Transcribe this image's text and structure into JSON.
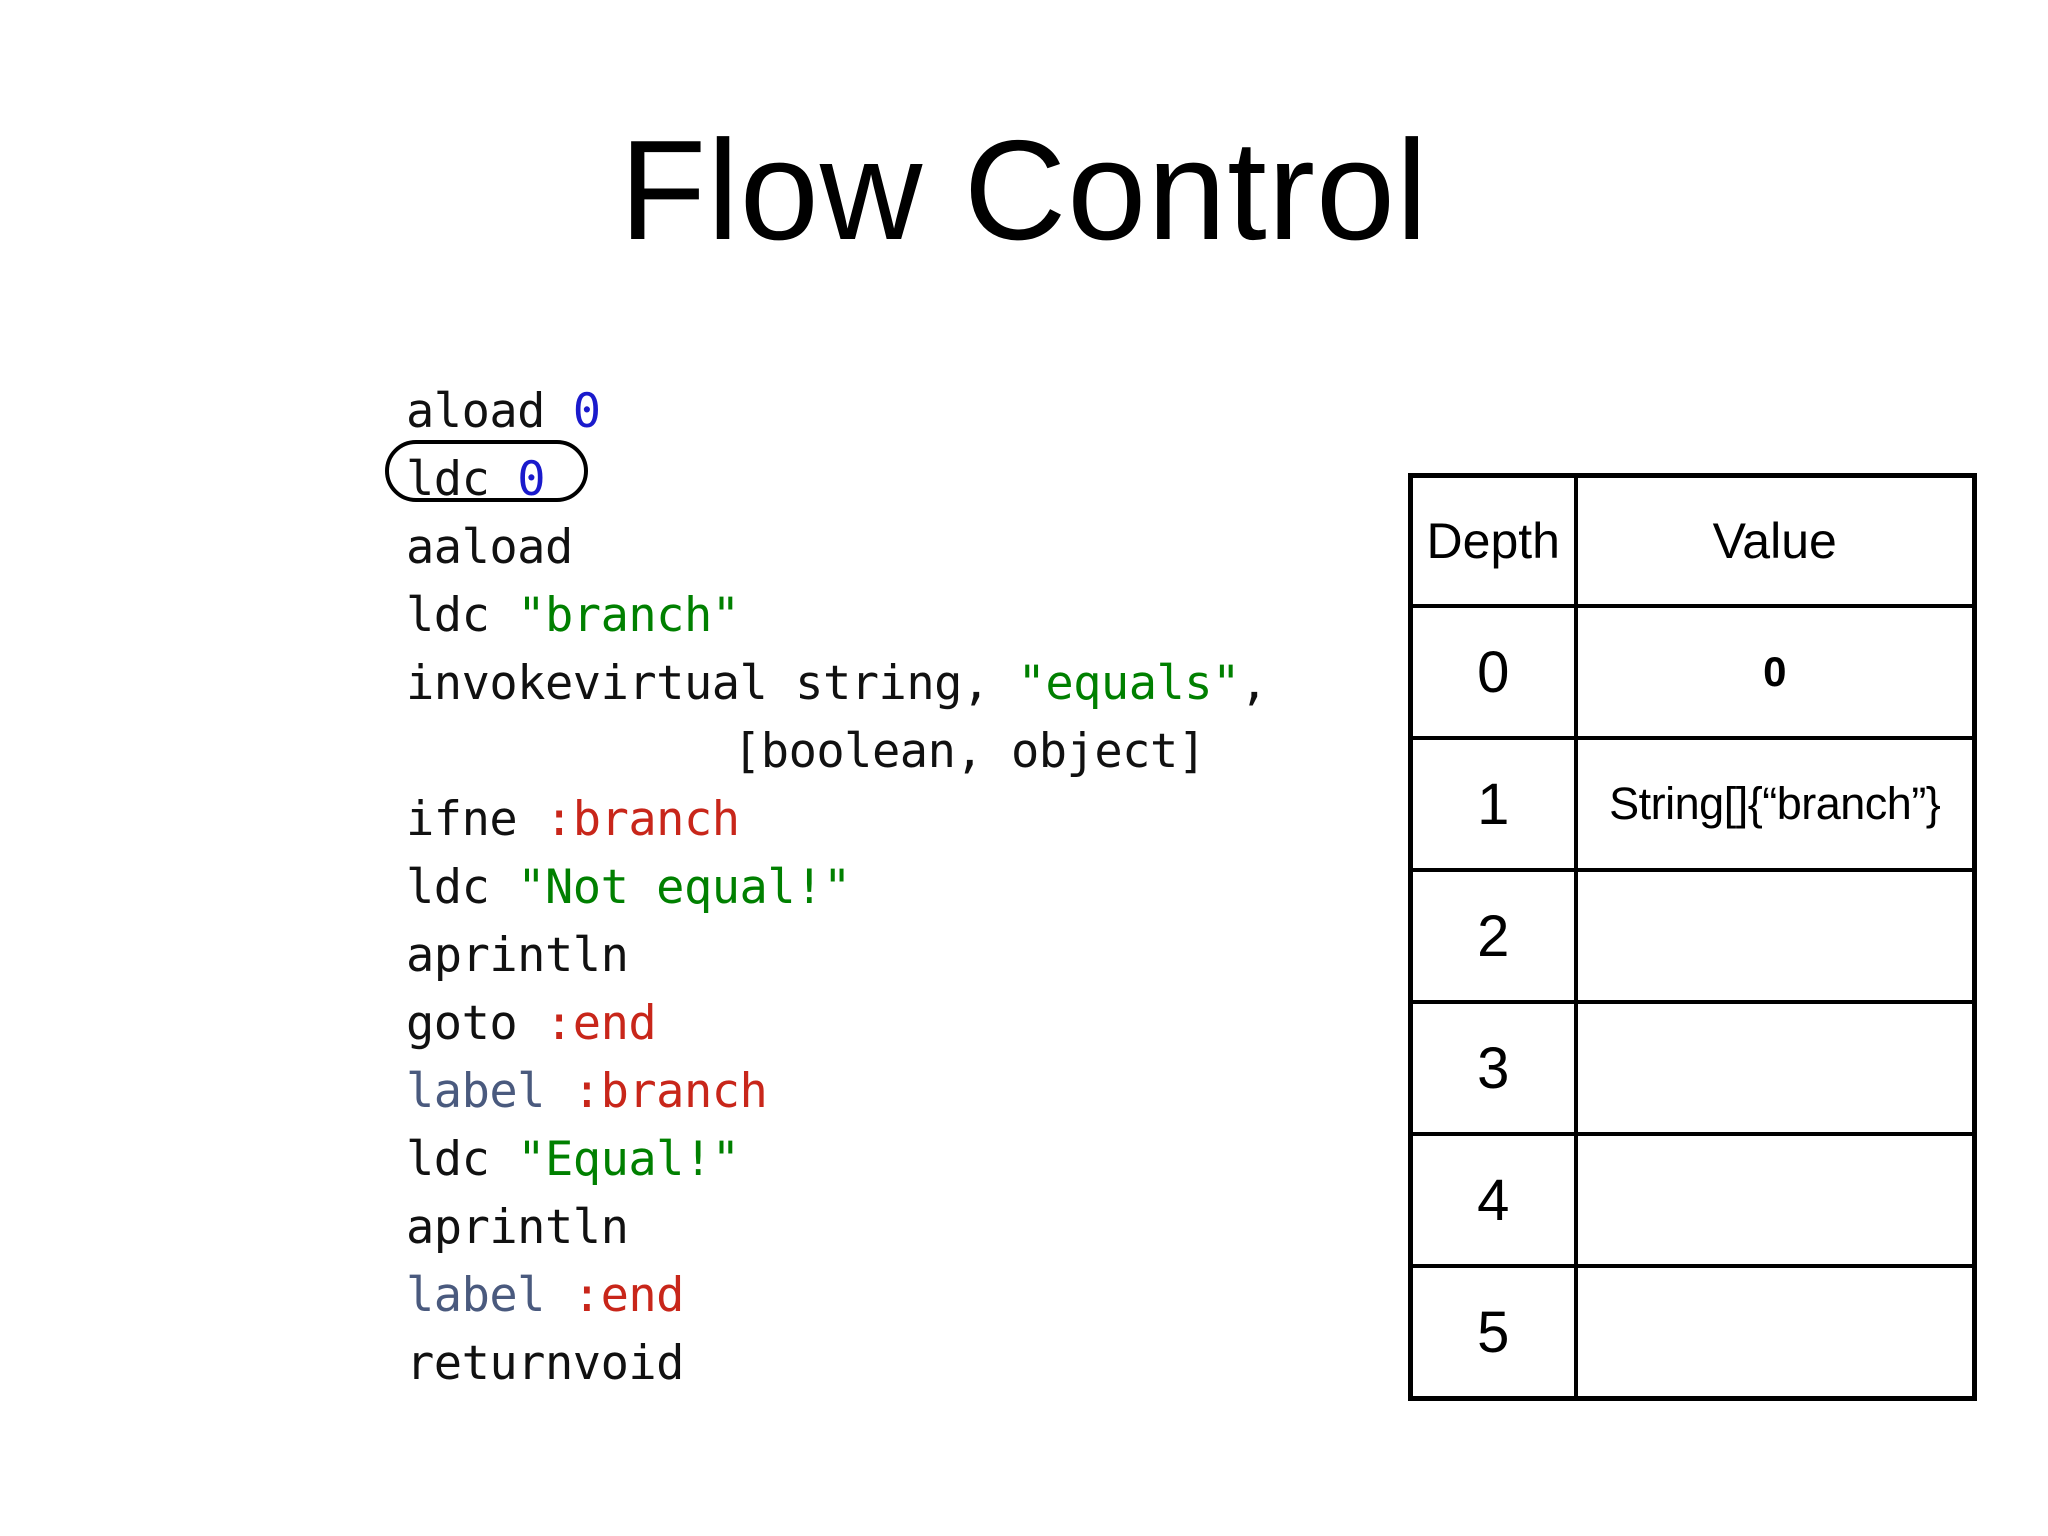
{
  "slide": {
    "title": "Flow Control",
    "background_color": "#ffffff"
  },
  "colors": {
    "number": "#1a1acc",
    "string": "#008000",
    "label_ref": "#c8261a",
    "keyword": "#4a5a7e",
    "text": "#111111",
    "border": "#000000"
  },
  "code": {
    "language": "jvm-bytecode-dsl",
    "highlighted_line_index": 1,
    "lines": [
      {
        "indented": false,
        "highlighted": false,
        "tokens": [
          {
            "text": "aload ",
            "kind": "plain"
          },
          {
            "text": "0",
            "kind": "number"
          }
        ]
      },
      {
        "indented": false,
        "highlighted": true,
        "tokens": [
          {
            "text": "ldc ",
            "kind": "plain"
          },
          {
            "text": "0",
            "kind": "number"
          }
        ]
      },
      {
        "indented": false,
        "highlighted": false,
        "tokens": [
          {
            "text": "aaload",
            "kind": "plain"
          }
        ]
      },
      {
        "indented": false,
        "highlighted": false,
        "tokens": [
          {
            "text": "ldc ",
            "kind": "plain"
          },
          {
            "text": "\"branch\"",
            "kind": "string"
          }
        ]
      },
      {
        "indented": false,
        "highlighted": false,
        "tokens": [
          {
            "text": "invokevirtual string, ",
            "kind": "plain"
          },
          {
            "text": "\"equals\"",
            "kind": "string"
          },
          {
            "text": ",",
            "kind": "plain"
          }
        ]
      },
      {
        "indented": true,
        "highlighted": false,
        "tokens": [
          {
            "text": "[boolean, object]",
            "kind": "plain"
          }
        ]
      },
      {
        "indented": false,
        "highlighted": false,
        "tokens": [
          {
            "text": "ifne ",
            "kind": "plain"
          },
          {
            "text": ":branch",
            "kind": "label_ref"
          }
        ]
      },
      {
        "indented": false,
        "highlighted": false,
        "tokens": [
          {
            "text": "ldc ",
            "kind": "plain"
          },
          {
            "text": "\"Not equal!\"",
            "kind": "string"
          }
        ]
      },
      {
        "indented": false,
        "highlighted": false,
        "tokens": [
          {
            "text": "aprintln",
            "kind": "plain"
          }
        ]
      },
      {
        "indented": false,
        "highlighted": false,
        "tokens": [
          {
            "text": "goto ",
            "kind": "plain"
          },
          {
            "text": ":end",
            "kind": "label_ref"
          }
        ]
      },
      {
        "indented": false,
        "highlighted": false,
        "tokens": [
          {
            "text": "label ",
            "kind": "keyword"
          },
          {
            "text": ":branch",
            "kind": "label_ref"
          }
        ]
      },
      {
        "indented": false,
        "highlighted": false,
        "tokens": [
          {
            "text": "ldc ",
            "kind": "plain"
          },
          {
            "text": "\"Equal!\"",
            "kind": "string"
          }
        ]
      },
      {
        "indented": false,
        "highlighted": false,
        "tokens": [
          {
            "text": "aprintln",
            "kind": "plain"
          }
        ]
      },
      {
        "indented": false,
        "highlighted": false,
        "tokens": [
          {
            "text": "label ",
            "kind": "keyword"
          },
          {
            "text": ":end",
            "kind": "label_ref"
          }
        ]
      },
      {
        "indented": false,
        "highlighted": false,
        "tokens": [
          {
            "text": "returnvoid",
            "kind": "plain"
          }
        ]
      }
    ]
  },
  "stack_table": {
    "headers": [
      "Depth",
      "Value"
    ],
    "rows": [
      {
        "depth": "0",
        "value": "0",
        "value_style": "bold"
      },
      {
        "depth": "1",
        "value": "String[]{“branch”}",
        "value_style": "array"
      },
      {
        "depth": "2",
        "value": "",
        "value_style": "plain"
      },
      {
        "depth": "3",
        "value": "",
        "value_style": "plain"
      },
      {
        "depth": "4",
        "value": "",
        "value_style": "plain"
      },
      {
        "depth": "5",
        "value": "",
        "value_style": "plain"
      }
    ]
  }
}
